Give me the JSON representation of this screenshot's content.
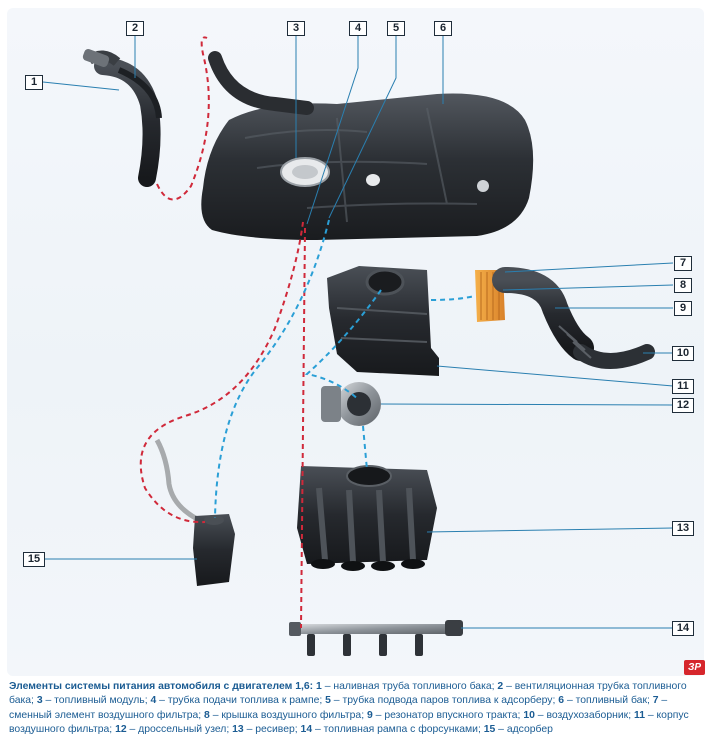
{
  "callouts": [
    {
      "id": "1",
      "label": "1"
    },
    {
      "id": "2",
      "label": "2"
    },
    {
      "id": "3",
      "label": "3"
    },
    {
      "id": "4",
      "label": "4"
    },
    {
      "id": "5",
      "label": "5"
    },
    {
      "id": "6",
      "label": "6"
    },
    {
      "id": "7",
      "label": "7"
    },
    {
      "id": "8",
      "label": "8"
    },
    {
      "id": "9",
      "label": "9"
    },
    {
      "id": "10",
      "label": "10"
    },
    {
      "id": "11",
      "label": "11"
    },
    {
      "id": "12",
      "label": "12"
    },
    {
      "id": "13",
      "label": "13"
    },
    {
      "id": "14",
      "label": "14"
    },
    {
      "id": "15",
      "label": "15"
    }
  ],
  "badge": "ЗР",
  "caption": {
    "title": "Элементы системы питания автомобиля с двигателем 1,6:",
    "items": [
      {
        "num": "1",
        "text": "наливная труба топливного бака;"
      },
      {
        "num": "2",
        "text": "вентиляционная трубка топливного бака;"
      },
      {
        "num": "3",
        "text": "топливный модуль;"
      },
      {
        "num": "4",
        "text": "трубка подачи топлива к рампе;"
      },
      {
        "num": "5",
        "text": "трубка подвода паров топлива к адсорберу;"
      },
      {
        "num": "6",
        "text": "топливный бак;"
      },
      {
        "num": "7",
        "text": "сменный элемент воздушного фильтра;"
      },
      {
        "num": "8",
        "text": "крышка воздушного фильтра;"
      },
      {
        "num": "9",
        "text": "резонатор впускного тракта;"
      },
      {
        "num": "10",
        "text": "воздухозаборник;"
      },
      {
        "num": "11",
        "text": "корпус воздушного фильтра;"
      },
      {
        "num": "12",
        "text": "дроссельный узел;"
      },
      {
        "num": "13",
        "text": "ресивер;"
      },
      {
        "num": "14",
        "text": "топливная рампа с форсунками;"
      },
      {
        "num": "15",
        "text": "адсорбер"
      }
    ]
  },
  "colors": {
    "fuel_line": "#d0293a",
    "vapor_line": "#2a9fd6",
    "leader_line": "#2a7fb0",
    "caption_text": "#1b5c93",
    "badge": "#d6262c"
  }
}
